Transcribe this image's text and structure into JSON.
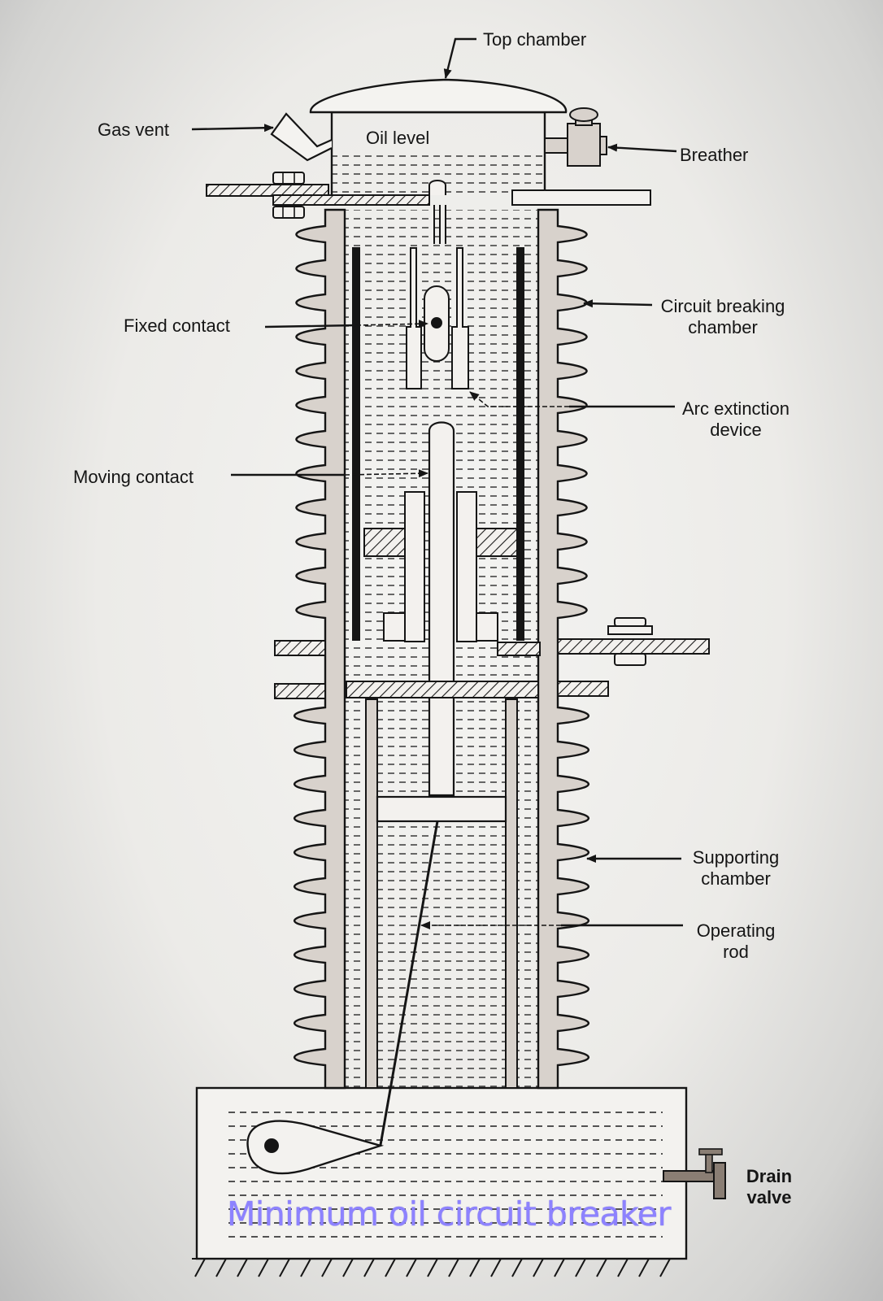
{
  "labels": {
    "top_chamber": "Top chamber",
    "gas_vent": "Gas vent",
    "oil_level": "Oil level",
    "breather": "Breather",
    "fixed_contact": "Fixed contact",
    "circuit_breaking_chamber_1": "Circuit breaking",
    "circuit_breaking_chamber_2": "chamber",
    "arc_extinction_1": "Arc extinction",
    "arc_extinction_2": "device",
    "moving_contact": "Moving contact",
    "supporting_chamber_1": "Supporting",
    "supporting_chamber_2": "chamber",
    "operating_rod_1": "Operating",
    "operating_rod_2": "rod",
    "drain_valve_1": "Drain",
    "drain_valve_2": "valve"
  },
  "caption": "Minimum oil circuit breaker",
  "colors": {
    "ink": "#151515",
    "porcelain": "#d8d2cc",
    "caption": "#8d82ff"
  }
}
